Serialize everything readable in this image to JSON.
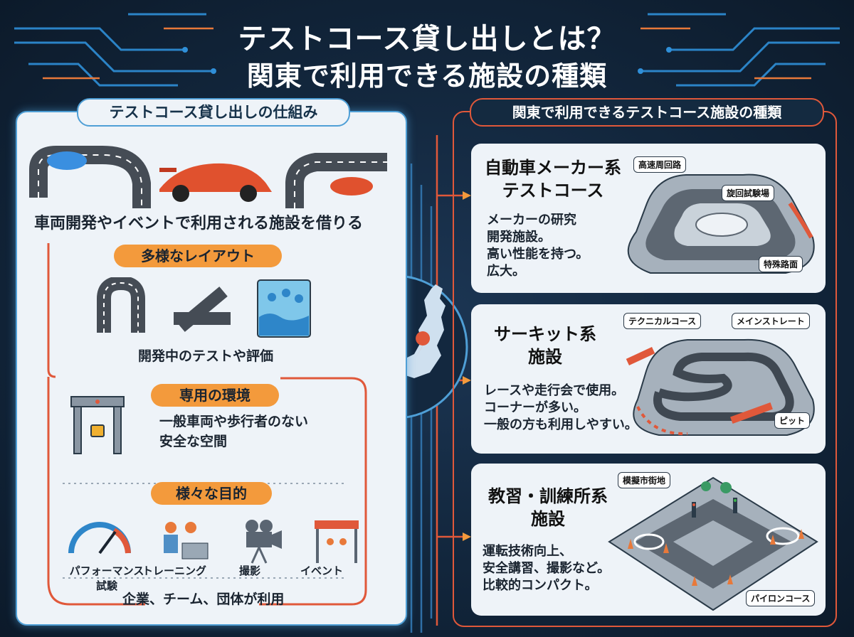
{
  "title": {
    "line1": "テストコース貸し出しとは？",
    "line2": "関東で利用できる施設の種類"
  },
  "left_panel": {
    "header": "テストコース貸し出しの仕組み",
    "main_text": "車両開発やイベントで利用される施設を借りる",
    "features": [
      {
        "label": "多様なレイアウト",
        "desc": "開発中のテストや評価"
      },
      {
        "label": "専用の環境",
        "desc_line1": "一般車両や歩行者のない",
        "desc_line2": "安全な空間"
      },
      {
        "label": "様々な目的",
        "desc": "企業、チーム、団体が利用"
      }
    ],
    "purposes": [
      "パフォーマンス\n試験",
      "トレーニング",
      "撮影",
      "イベント"
    ]
  },
  "right_panel": {
    "header": "関東で利用できるテストコース施設の種類",
    "cards": [
      {
        "title": "自動車メーカー系\nテストコース",
        "desc": "メーカーの研究\n開発施設。\n高い性能を持つ。\n広大。",
        "tags": [
          "高速周回路",
          "旋回試験場",
          "特殊路面"
        ]
      },
      {
        "title": "サーキット系\n施設",
        "desc": "レースや走行会で使用。\nコーナーが多い。\n一般の方も利用しやすい。",
        "tags": [
          "テクニカルコース",
          "メインストレート",
          "ピット"
        ]
      },
      {
        "title": "教習・訓練所系\n施設",
        "desc": "運転技術向上、\n安全講習、撮影など。\n比較的コンパクト。",
        "tags": [
          "模擬市街地",
          "パイロンコース"
        ]
      }
    ]
  },
  "colors": {
    "background": "#12263c",
    "accent_orange": "#f39a3c",
    "accent_red": "#e0583a",
    "accent_blue": "#4f9fd6"
  }
}
